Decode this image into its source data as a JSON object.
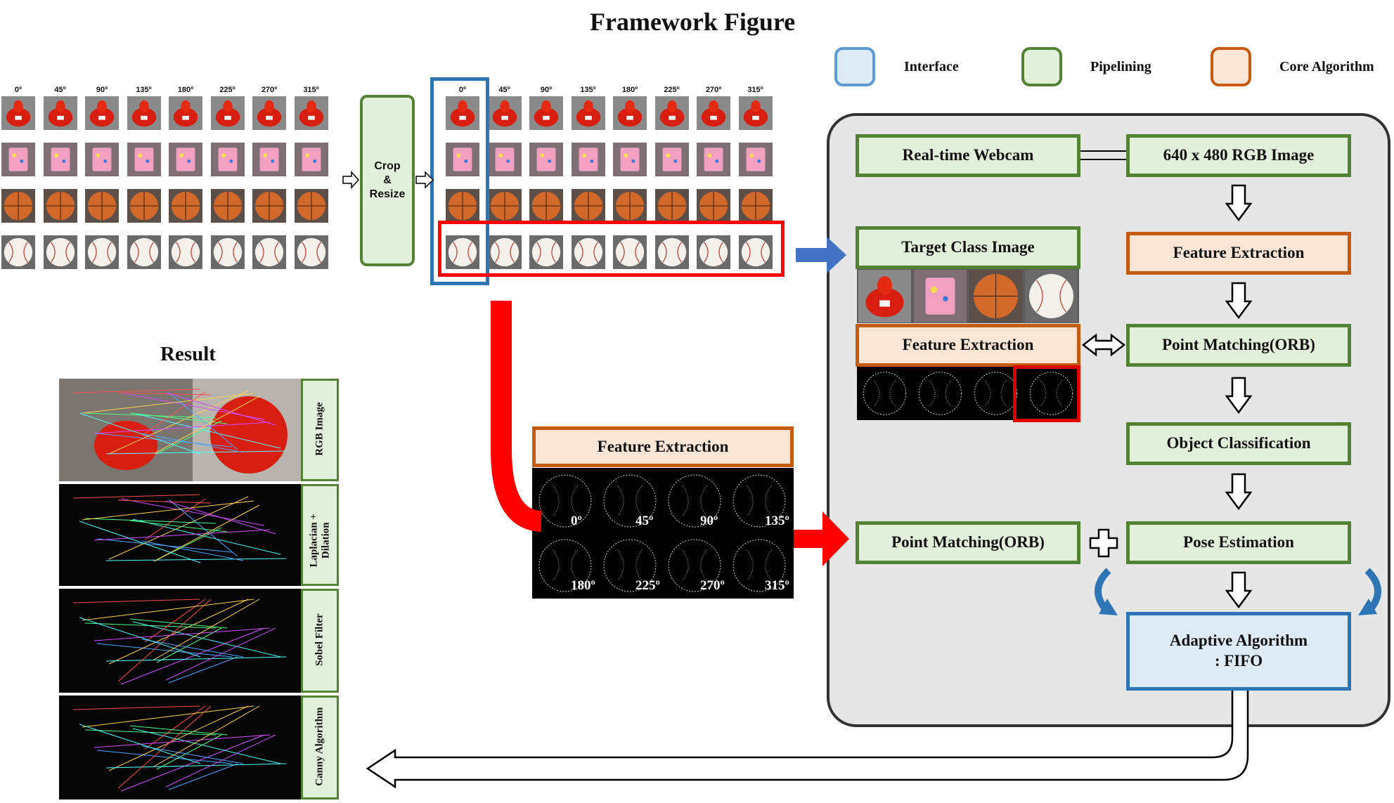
{
  "title": "Framework Figure",
  "legend": [
    {
      "label": "Interface",
      "color": "#deebf7",
      "border": "#2e75b6"
    },
    {
      "label": "Pipelining",
      "color": "#e2efda",
      "border": "#548235"
    },
    {
      "label": "Core Algorithm",
      "color": "#fbe5d6",
      "border": "#c55a11"
    }
  ],
  "angles": [
    "0º",
    "45º",
    "90º",
    "135º",
    "180º",
    "225º",
    "270º",
    "315º"
  ],
  "object_rows": [
    "fire-hydrant-toy",
    "pink-cube-toy",
    "basketball",
    "baseball"
  ],
  "crop_box": {
    "label": "Crop\n&\nResize"
  },
  "pipeline": {
    "webcam": "Real-time Webcam",
    "rgb_image": "640 x 480 RGB Image",
    "target_class": "Target Class Image",
    "feature_extraction_left": "Feature Extraction",
    "feature_extraction_right": "Feature Extraction",
    "point_matching_right": "Point Matching(ORB)",
    "object_classification": "Object Classification",
    "point_matching_left": "Point Matching(ORB)",
    "pose_estimation": "Pose Estimation",
    "adaptive_algorithm": "Adaptive Algorithm\n: FIFO"
  },
  "feature_panel": {
    "title": "Feature Extraction",
    "labels": [
      "0º",
      "45º",
      "90º",
      "135º",
      "180º",
      "225º",
      "270º",
      "315º"
    ]
  },
  "result": {
    "title": "Result",
    "rows": [
      "RGB Image",
      "Laplacian +\nDilation",
      "Sobel Filter",
      "Canny Algorithm"
    ]
  }
}
